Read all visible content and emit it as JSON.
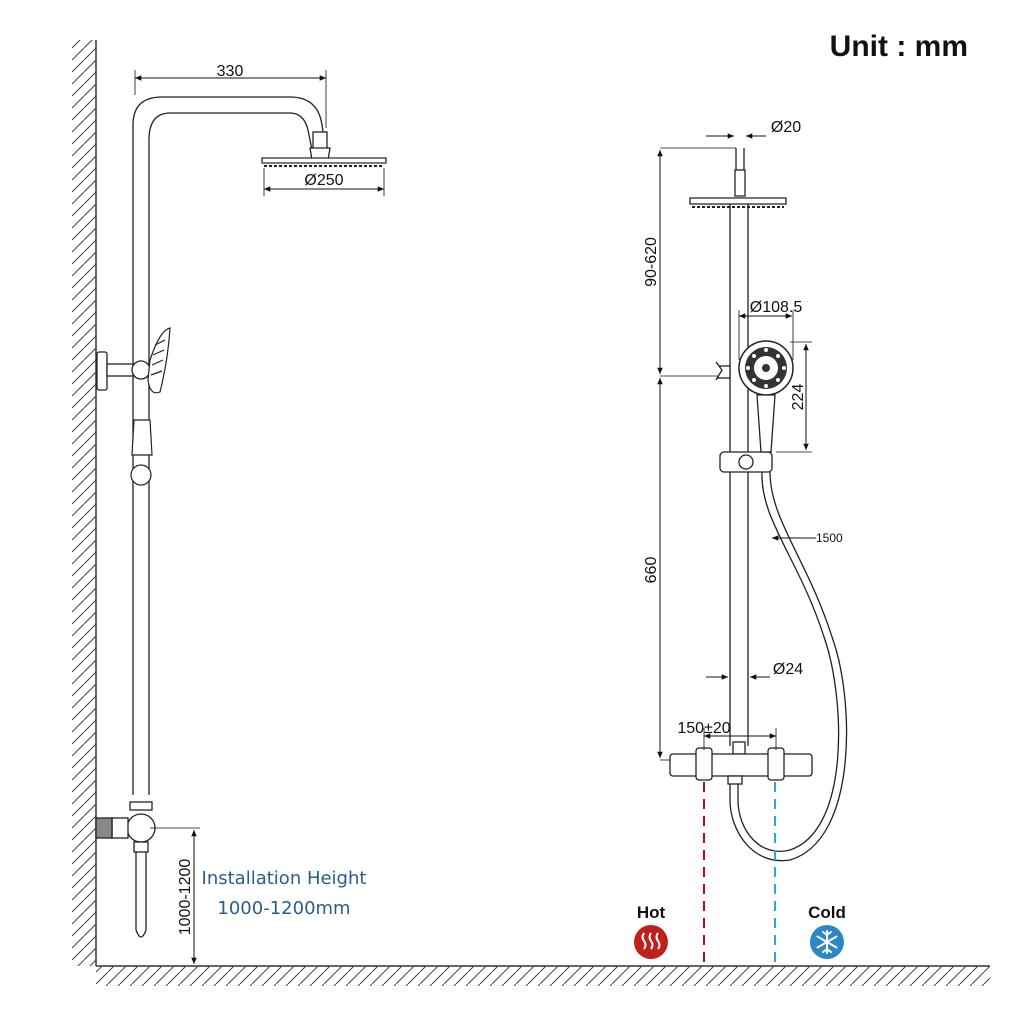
{
  "unit_label": "Unit : mm",
  "dimensions": {
    "arm_length": "330",
    "head_diameter": "Ø250",
    "pipe_top_diameter": "Ø20",
    "adjust_range": "90-620",
    "hand_shower_diameter": "Ø108.5",
    "hand_shower_length": "224",
    "hose_length": "1500",
    "rail_length": "660",
    "pipe_diameter": "Ø24",
    "inlet_spacing": "150±20",
    "install_range_vertical": "1000-1200"
  },
  "installation": {
    "title": "Installation Height",
    "range": "1000-1200mm"
  },
  "inlets": {
    "hot_label": "Hot",
    "cold_label": "Cold",
    "hot_color": "#d0021b",
    "cold_color": "#2aa9d6",
    "hot_icon": "heat-waves-icon",
    "cold_icon": "snowflake-icon"
  }
}
